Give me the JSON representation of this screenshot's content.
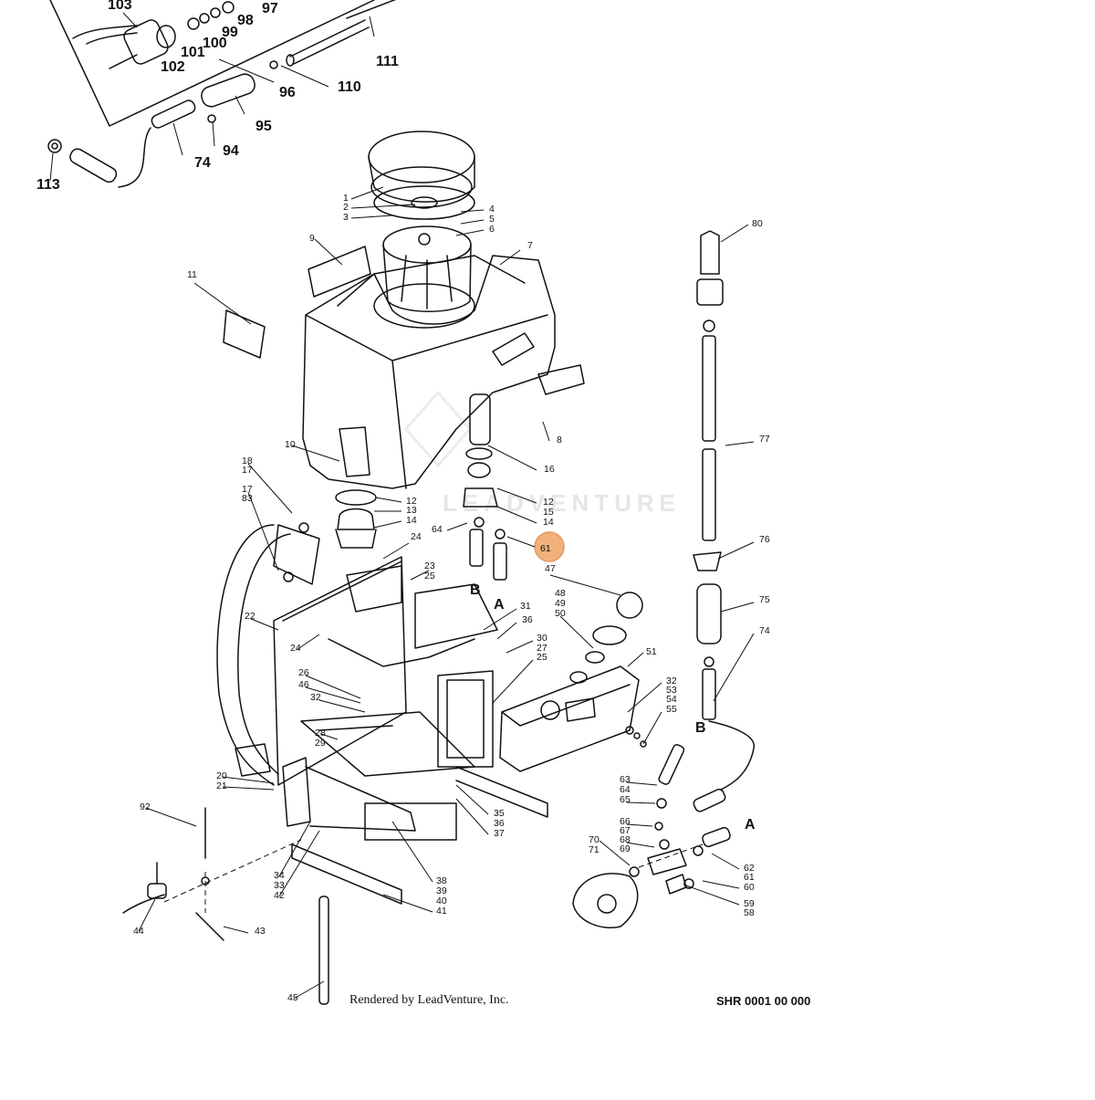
{
  "callouts": [
    {
      "text": "103",
      "size": "big"
    },
    {
      "text": "97",
      "size": "big"
    },
    {
      "text": "98",
      "size": "big"
    },
    {
      "text": "99",
      "size": "big"
    },
    {
      "text": "100",
      "size": "big"
    },
    {
      "text": "101",
      "size": "big"
    },
    {
      "text": "102",
      "size": "big"
    },
    {
      "text": "111",
      "size": "big"
    },
    {
      "text": "96",
      "size": "big"
    },
    {
      "text": "110",
      "size": "big"
    },
    {
      "text": "95",
      "size": "big"
    },
    {
      "text": "94",
      "size": "big"
    },
    {
      "text": "74",
      "size": "big"
    },
    {
      "text": "113",
      "size": "big"
    },
    {
      "text": "1",
      "size": "sm"
    },
    {
      "text": "2",
      "size": "sm"
    },
    {
      "text": "3",
      "size": "sm"
    },
    {
      "text": "4",
      "size": "sm"
    },
    {
      "text": "5",
      "size": "sm"
    },
    {
      "text": "6",
      "size": "sm"
    },
    {
      "text": "7",
      "size": "sm"
    },
    {
      "text": "9",
      "size": "sm"
    },
    {
      "text": "11",
      "size": "sm"
    },
    {
      "text": "8",
      "size": "sm"
    },
    {
      "text": "10",
      "size": "sm"
    },
    {
      "text": "16",
      "size": "sm"
    },
    {
      "text": "18",
      "size": "sm"
    },
    {
      "text": "17",
      "size": "sm"
    },
    {
      "text": "17",
      "size": "sm"
    },
    {
      "text": "83",
      "size": "sm"
    },
    {
      "text": "12",
      "size": "sm"
    },
    {
      "text": "13",
      "size": "sm"
    },
    {
      "text": "14",
      "size": "sm"
    },
    {
      "text": "12",
      "size": "sm"
    },
    {
      "text": "15",
      "size": "sm"
    },
    {
      "text": "14",
      "size": "sm"
    },
    {
      "text": "64",
      "size": "sm"
    },
    {
      "text": "24",
      "size": "sm"
    },
    {
      "text": "B",
      "size": "big"
    },
    {
      "text": "A",
      "size": "big"
    },
    {
      "text": "47",
      "size": "sm"
    },
    {
      "text": "48",
      "size": "sm"
    },
    {
      "text": "49",
      "size": "sm"
    },
    {
      "text": "50",
      "size": "sm"
    },
    {
      "text": "51",
      "size": "sm"
    },
    {
      "text": "23",
      "size": "sm"
    },
    {
      "text": "25",
      "size": "sm"
    },
    {
      "text": "31",
      "size": "sm"
    },
    {
      "text": "36",
      "size": "sm"
    },
    {
      "text": "30",
      "size": "sm"
    },
    {
      "text": "27",
      "size": "sm"
    },
    {
      "text": "25",
      "size": "sm"
    },
    {
      "text": "22",
      "size": "sm"
    },
    {
      "text": "24",
      "size": "sm"
    },
    {
      "text": "26",
      "size": "sm"
    },
    {
      "text": "46",
      "size": "sm"
    },
    {
      "text": "32",
      "size": "sm"
    },
    {
      "text": "32",
      "size": "sm"
    },
    {
      "text": "53",
      "size": "sm"
    },
    {
      "text": "54",
      "size": "sm"
    },
    {
      "text": "55",
      "size": "sm"
    },
    {
      "text": "28",
      "size": "sm"
    },
    {
      "text": "29",
      "size": "sm"
    },
    {
      "text": "20",
      "size": "sm"
    },
    {
      "text": "21",
      "size": "sm"
    },
    {
      "text": "92",
      "size": "sm"
    },
    {
      "text": "35",
      "size": "sm"
    },
    {
      "text": "36",
      "size": "sm"
    },
    {
      "text": "37",
      "size": "sm"
    },
    {
      "text": "34",
      "size": "sm"
    },
    {
      "text": "33",
      "size": "sm"
    },
    {
      "text": "42",
      "size": "sm"
    },
    {
      "text": "38",
      "size": "sm"
    },
    {
      "text": "39",
      "size": "sm"
    },
    {
      "text": "40",
      "size": "sm"
    },
    {
      "text": "41",
      "size": "sm"
    },
    {
      "text": "44",
      "size": "sm"
    },
    {
      "text": "43",
      "size": "sm"
    },
    {
      "text": "45",
      "size": "sm"
    },
    {
      "text": "80",
      "size": "sm"
    },
    {
      "text": "77",
      "size": "sm"
    },
    {
      "text": "76",
      "size": "sm"
    },
    {
      "text": "75",
      "size": "sm"
    },
    {
      "text": "74",
      "size": "sm"
    },
    {
      "text": "B",
      "size": "big"
    },
    {
      "text": "63",
      "size": "sm"
    },
    {
      "text": "64",
      "size": "sm"
    },
    {
      "text": "65",
      "size": "sm"
    },
    {
      "text": "66",
      "size": "sm"
    },
    {
      "text": "67",
      "size": "sm"
    },
    {
      "text": "68",
      "size": "sm"
    },
    {
      "text": "69",
      "size": "sm"
    },
    {
      "text": "70",
      "size": "sm"
    },
    {
      "text": "71",
      "size": "sm"
    },
    {
      "text": "A",
      "size": "big"
    },
    {
      "text": "62",
      "size": "sm"
    },
    {
      "text": "61",
      "size": "sm"
    },
    {
      "text": "60",
      "size": "sm"
    },
    {
      "text": "59",
      "size": "sm"
    },
    {
      "text": "58",
      "size": "sm"
    }
  ],
  "highlight": {
    "text": "61",
    "color": "#f0b27a",
    "ring": "#e59866"
  },
  "watermark": {
    "text": "LEADVENTURE",
    "color": "#e9e9e9"
  },
  "footer": {
    "credit": "Rendered by LeadVenture, Inc.",
    "code": "SHR 0001 00 000"
  }
}
